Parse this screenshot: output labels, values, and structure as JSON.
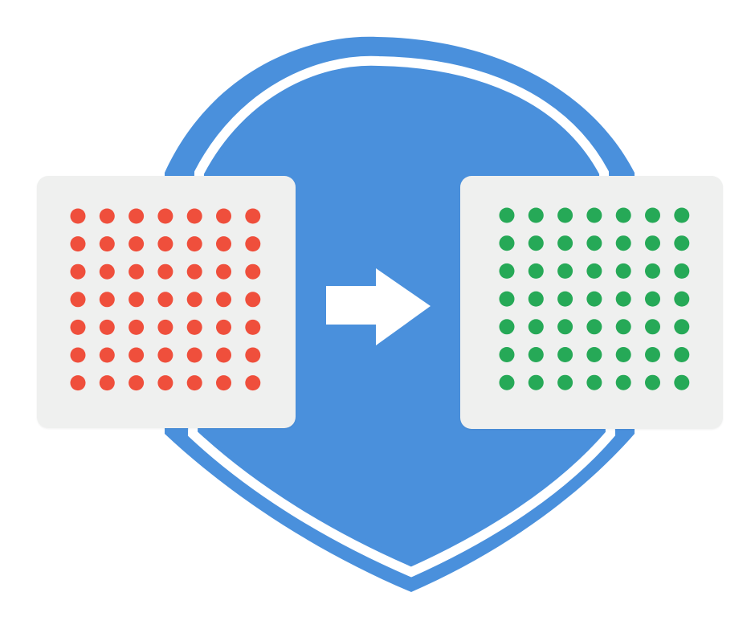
{
  "diagram": {
    "shield": {
      "icon": "shield-icon",
      "fill_color": "#4a90dc",
      "outline_color": "#ffffff"
    },
    "arrow": {
      "icon": "arrow-right-icon",
      "color": "#ffffff"
    },
    "left_panel": {
      "rows": 7,
      "cols": 7,
      "dot_color": "#ef4f3c",
      "panel_color": "#eff0ef"
    },
    "right_panel": {
      "rows": 7,
      "cols": 7,
      "dot_color": "#26a957",
      "panel_color": "#eff0ef"
    }
  }
}
